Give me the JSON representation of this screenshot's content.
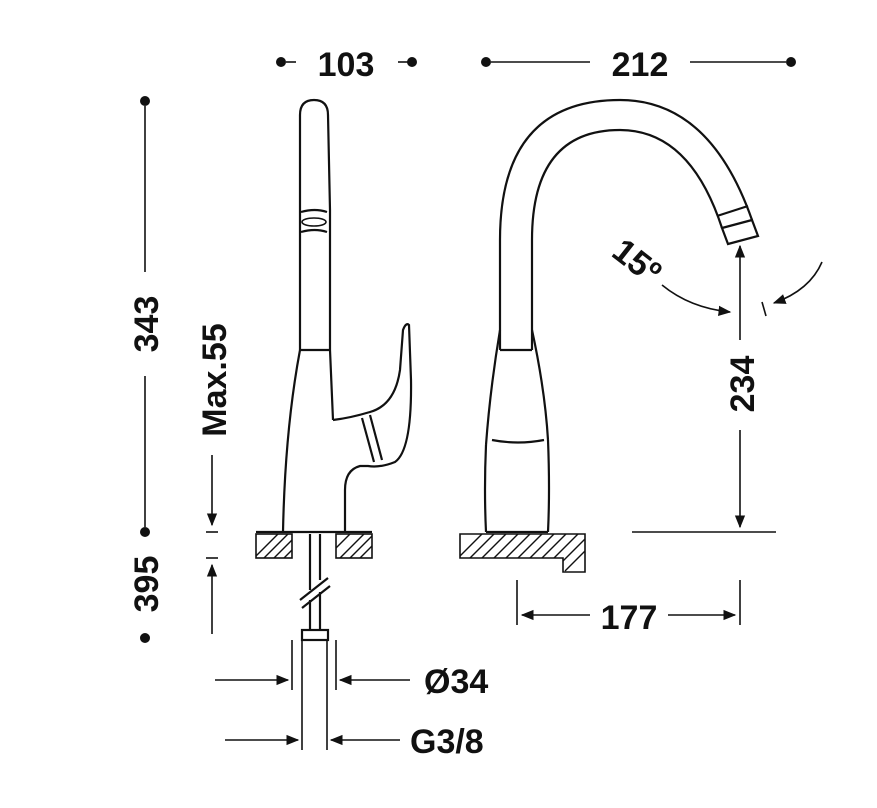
{
  "drawing": {
    "title": "",
    "dimensions": {
      "side_width": "103",
      "reach": "212",
      "height_total": "343",
      "height_with_connection": "395",
      "max_deck_thickness": "Max.55",
      "spout_height": "234",
      "angle": "15º",
      "spout_projection": "177",
      "hole_diameter": "Ø34",
      "connection_thread": "G3/8"
    },
    "colors": {
      "line": "#111111",
      "background": "#ffffff"
    }
  }
}
